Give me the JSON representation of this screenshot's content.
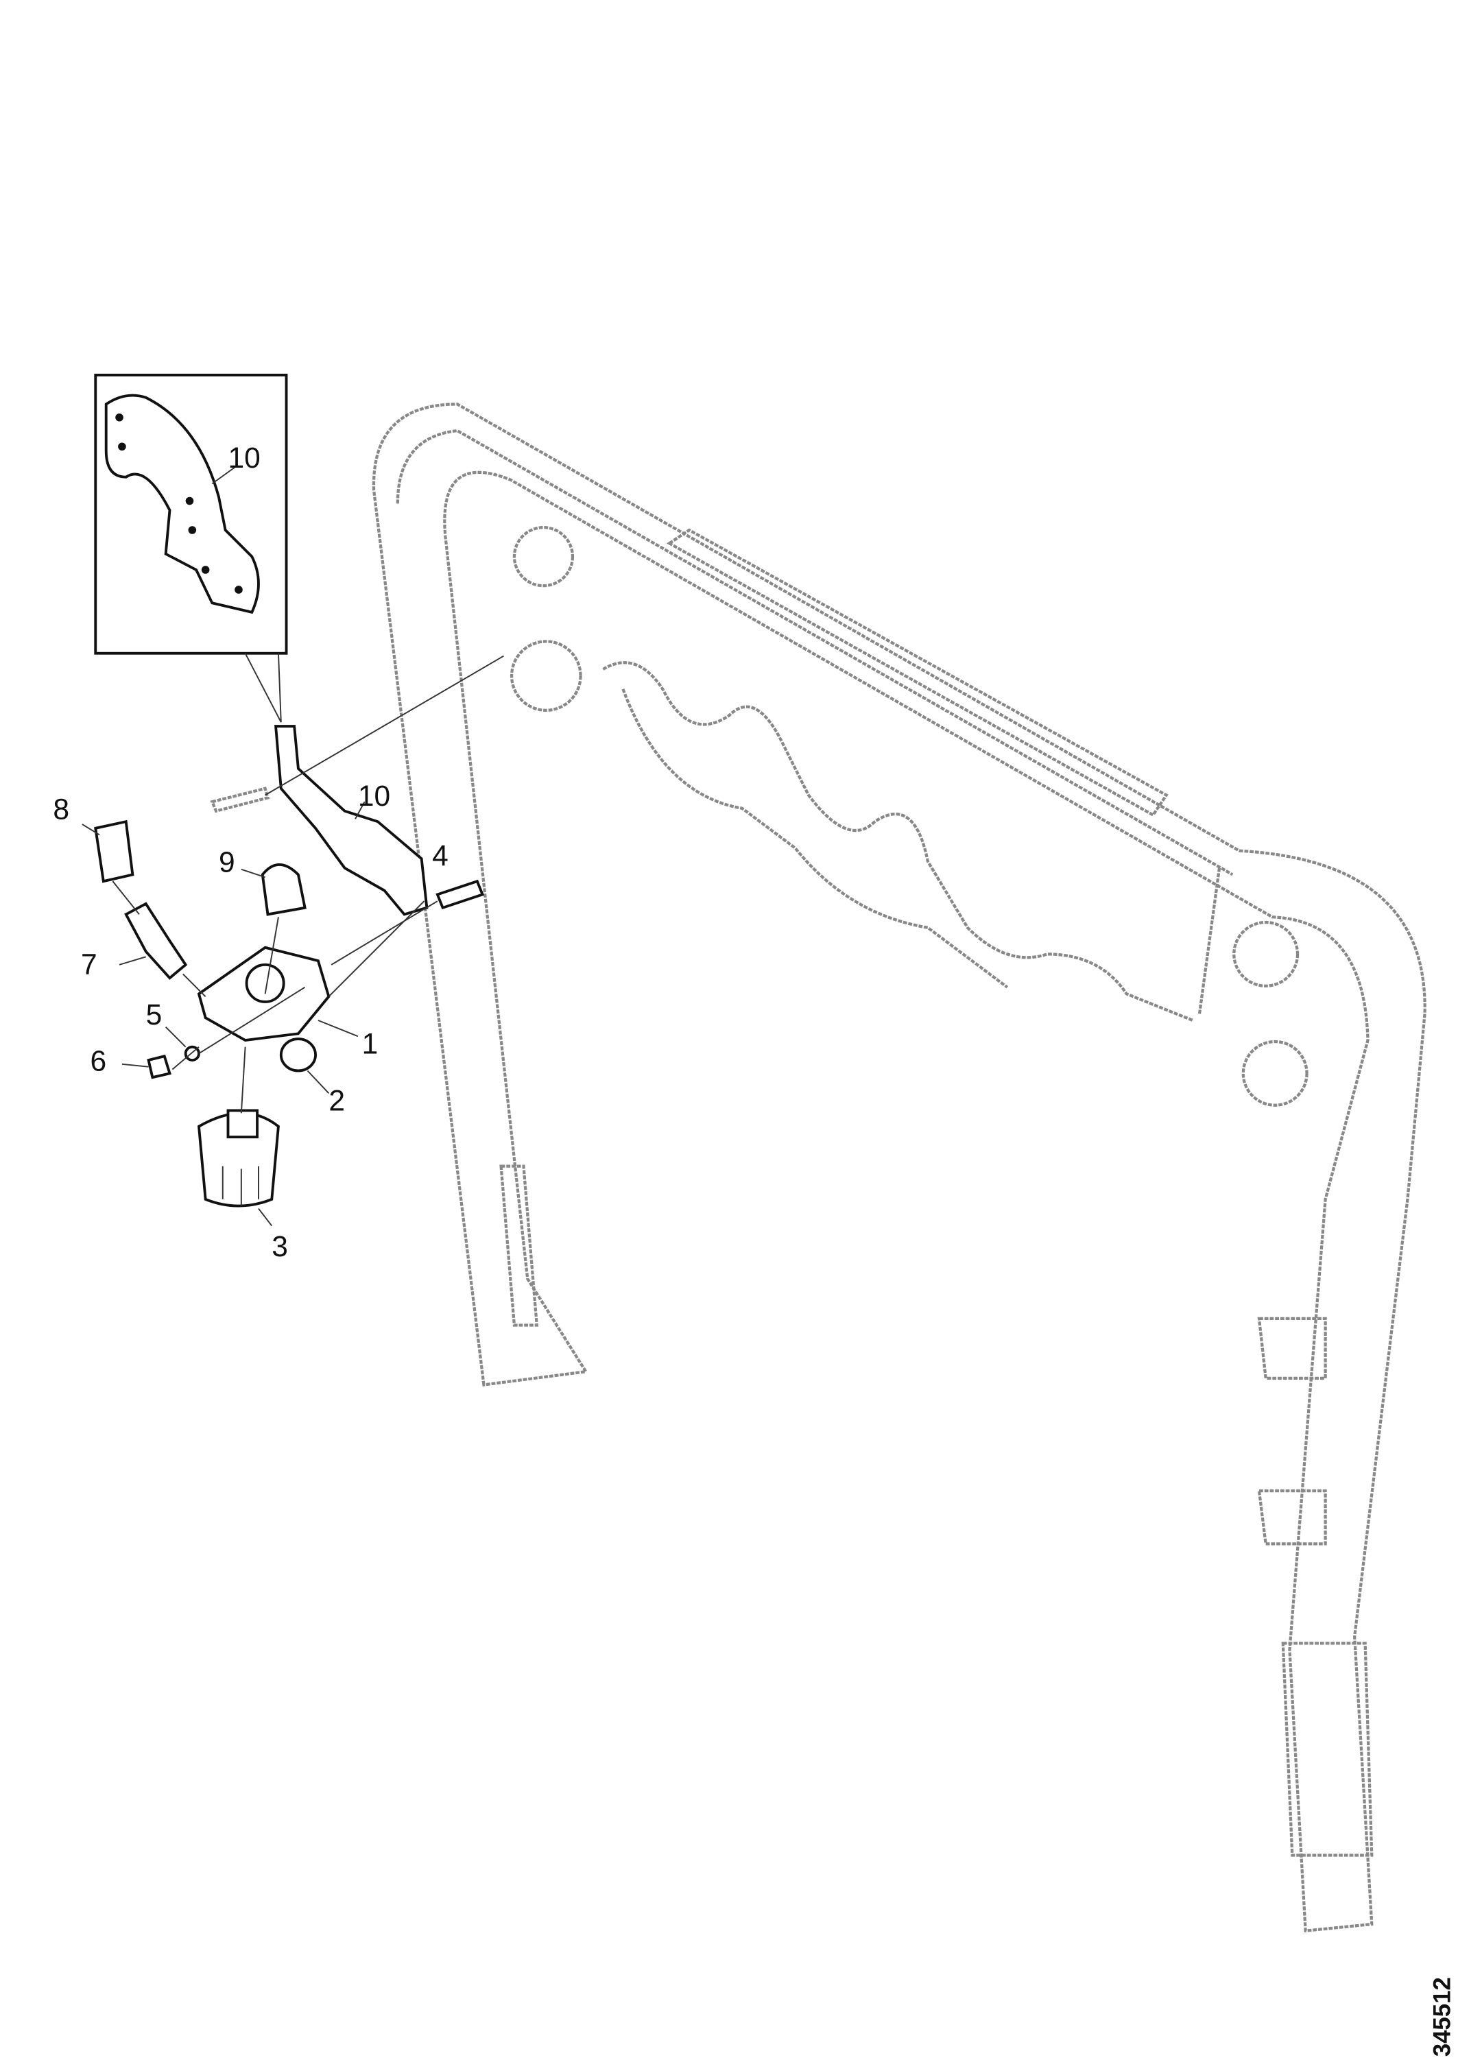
{
  "diagram": {
    "part_number": "345512",
    "callouts": [
      {
        "id": "inset-10",
        "label": "10"
      },
      {
        "id": "bracket-10",
        "label": "10"
      },
      {
        "id": "c8",
        "label": "8"
      },
      {
        "id": "c9",
        "label": "9"
      },
      {
        "id": "c4",
        "label": "4"
      },
      {
        "id": "c7",
        "label": "7"
      },
      {
        "id": "c5",
        "label": "5"
      },
      {
        "id": "c1",
        "label": "1"
      },
      {
        "id": "c6",
        "label": "6"
      },
      {
        "id": "c2",
        "label": "2"
      },
      {
        "id": "c3",
        "label": "3"
      }
    ]
  }
}
